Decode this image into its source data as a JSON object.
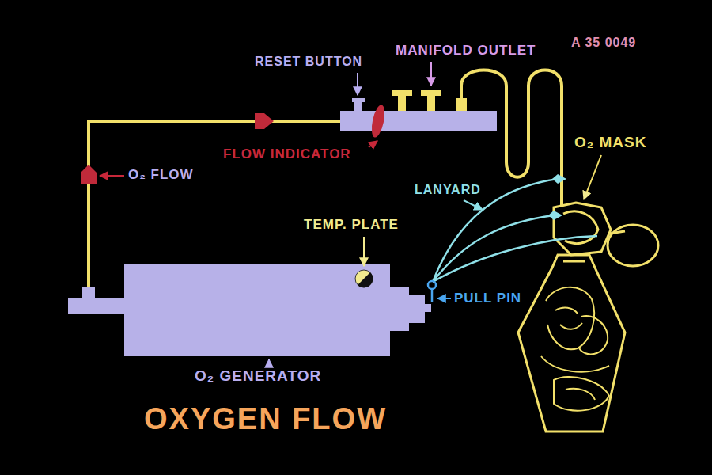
{
  "diagram": {
    "title": "OXYGEN FLOW",
    "labels": [
      "A 35 0049",
      "RESET BUTTON",
      "MANIFOLD OUTLET",
      "FLOW INDICATOR",
      "O₂ FLOW",
      "O₂ MASK",
      "LANYARD",
      "TEMP. PLATE",
      "PULL PIN",
      "O₂ GENERATOR"
    ]
  }
}
